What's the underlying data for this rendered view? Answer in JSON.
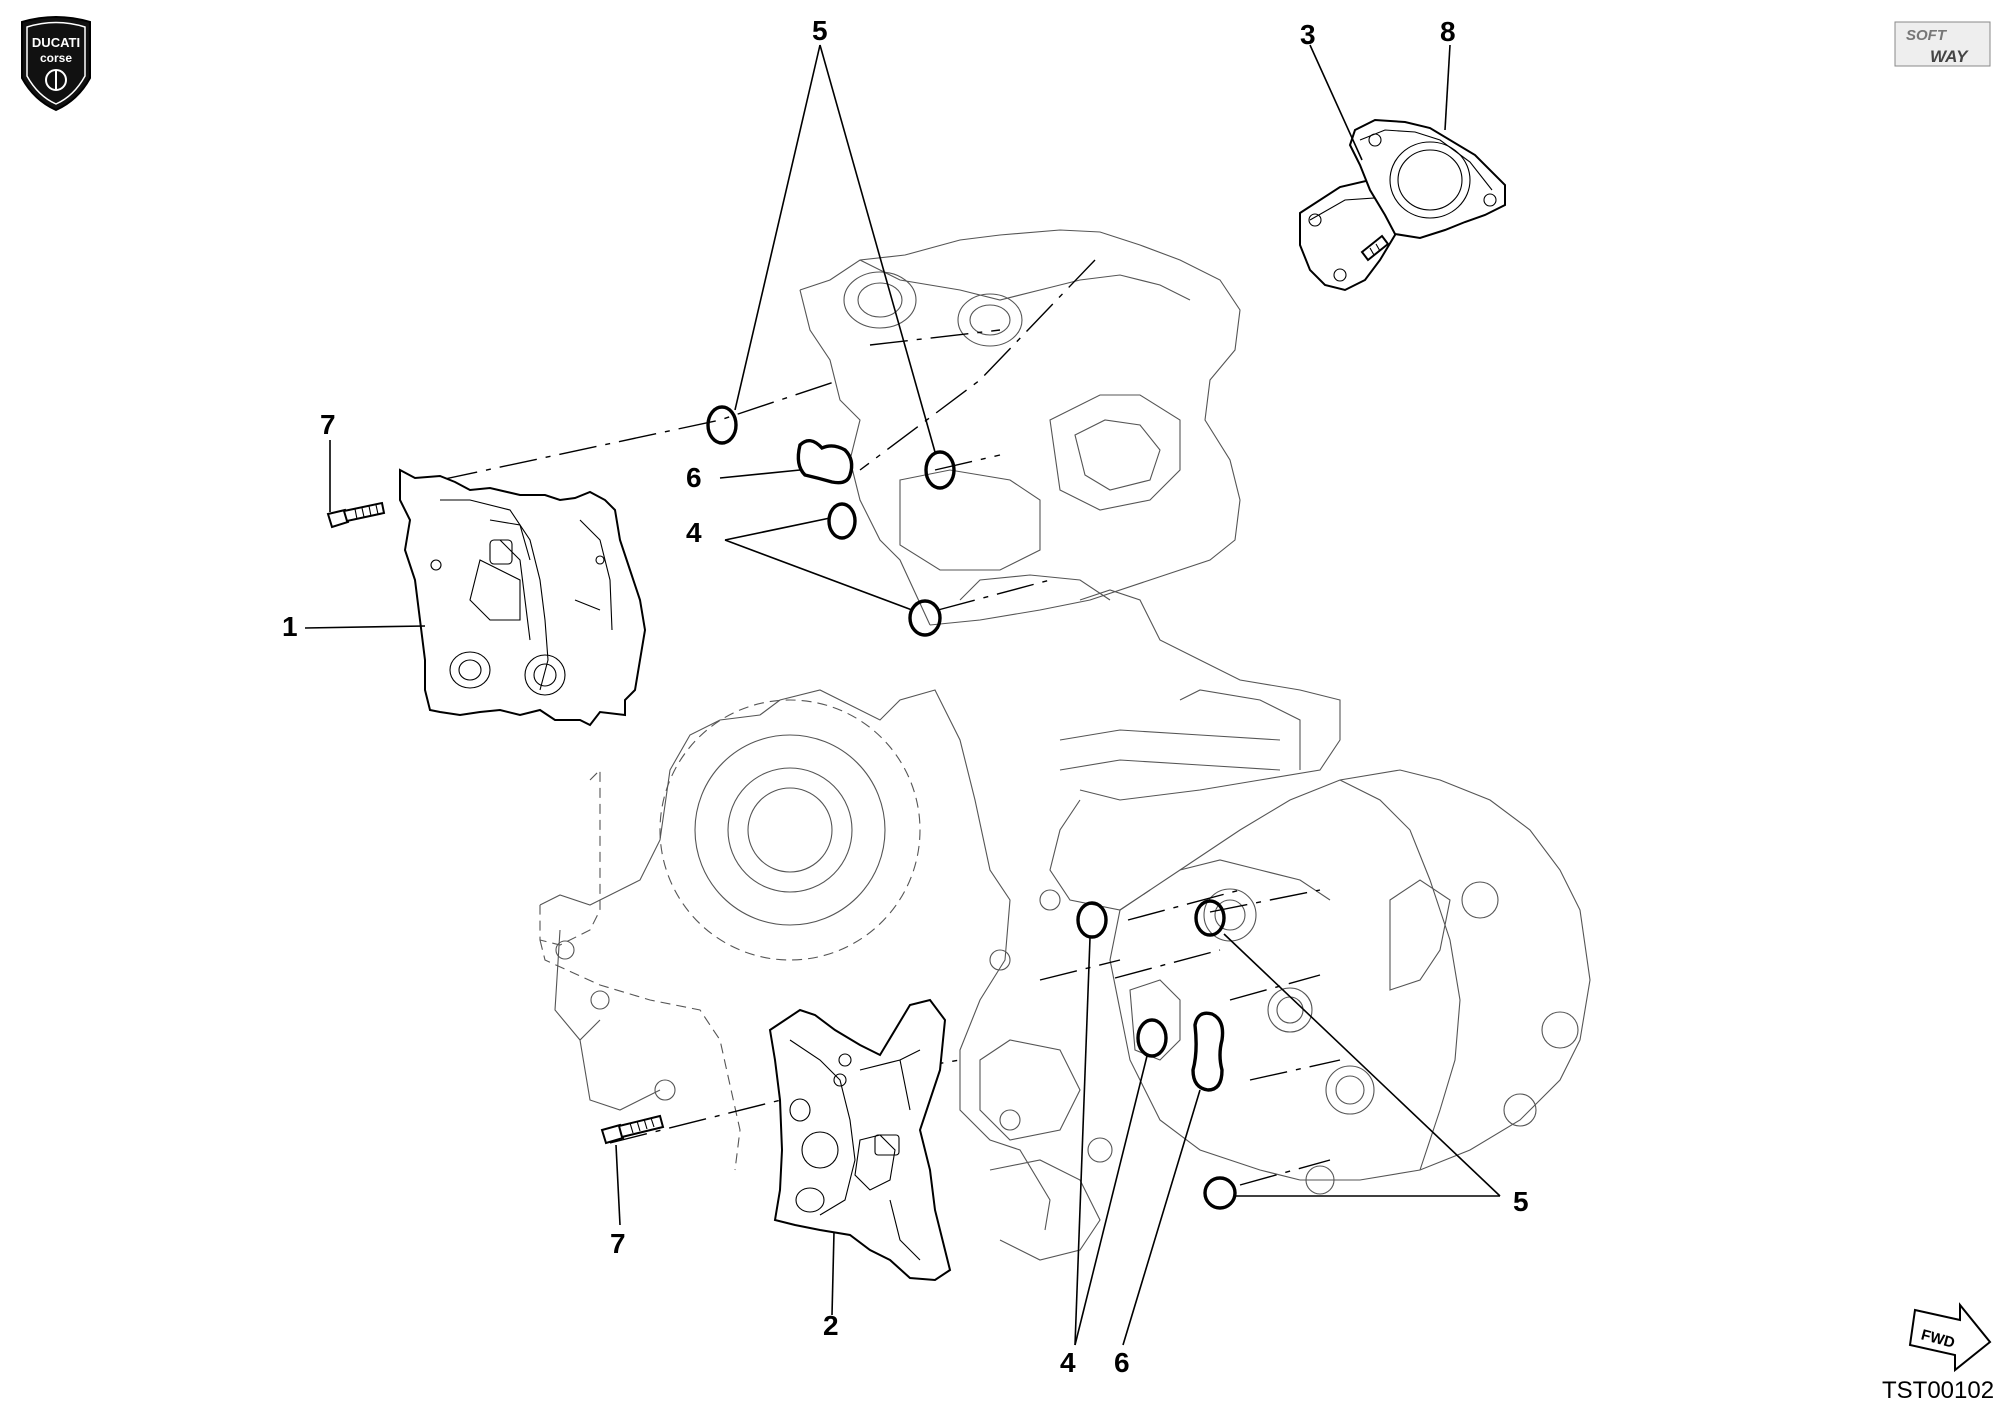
{
  "brand_logo": {
    "line1": "DUCATI",
    "line2": "corse"
  },
  "softway_logo": {
    "line1": "SOFT",
    "line2": "WAY"
  },
  "callouts": {
    "label_1": "1",
    "label_2": "2",
    "label_3": "3",
    "label_4_upper": "4",
    "label_4_lower": "4",
    "label_5_top": "5",
    "label_5_right": "5",
    "label_6_upper": "6",
    "label_6_lower": "6",
    "label_7_upper": "7",
    "label_7_lower": "7",
    "label_8": "8"
  },
  "fwd_arrow_label": "FWD",
  "drawing_code": "TST00102"
}
